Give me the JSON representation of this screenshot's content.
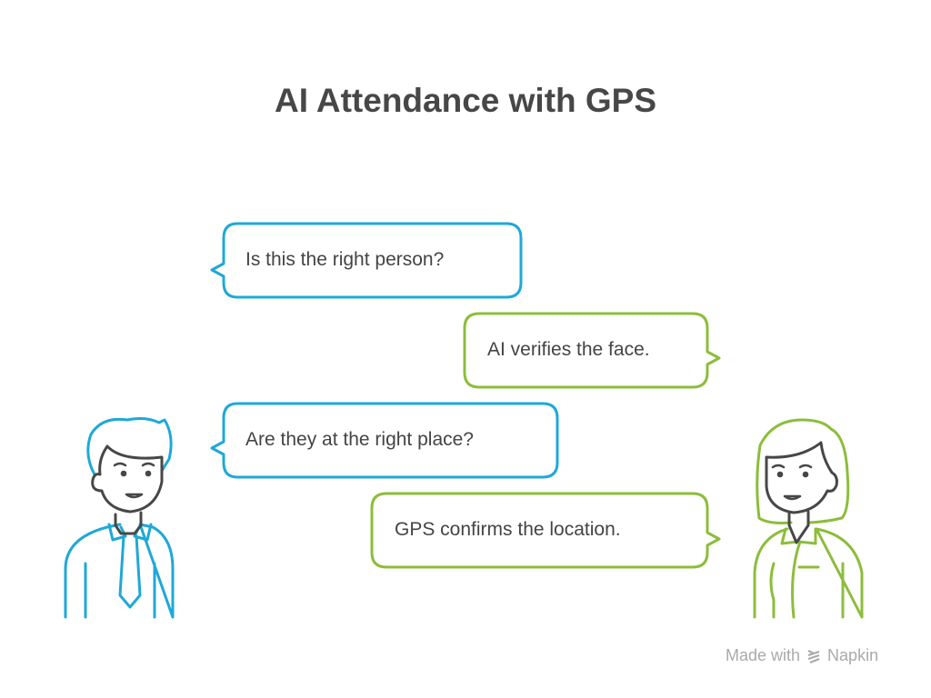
{
  "title": "AI Attendance with GPS",
  "bubbles": [
    {
      "speaker": "man",
      "text": "Is this the right person?"
    },
    {
      "speaker": "woman",
      "text": "AI verifies the face."
    },
    {
      "speaker": "man",
      "text": "Are they at the right place?"
    },
    {
      "speaker": "woman",
      "text": "GPS confirms the location."
    }
  ],
  "colors": {
    "man": "#1fa8d8",
    "woman": "#8cbd3b",
    "text": "#444444"
  },
  "footer": {
    "made_with": "Made with",
    "brand": "Napkin"
  }
}
